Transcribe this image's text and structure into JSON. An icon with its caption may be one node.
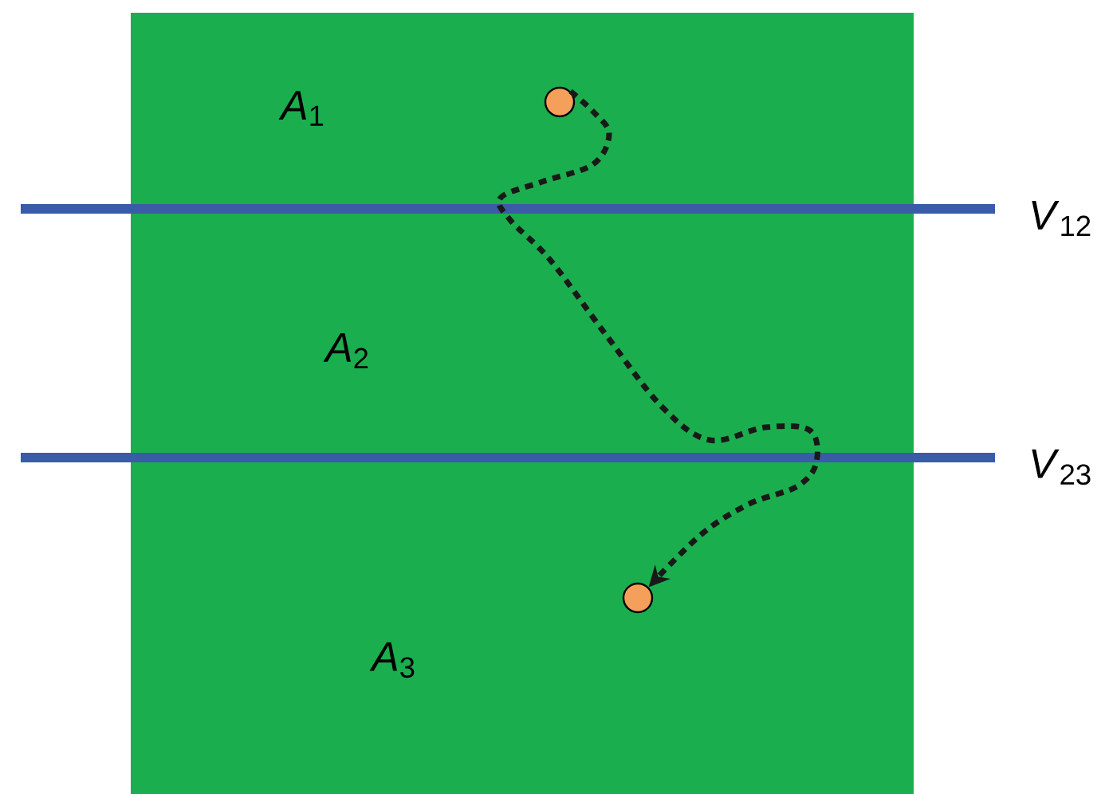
{
  "diagram": {
    "nodes": [
      {
        "text": [],
        "shape": "circle"
      },
      {
        "text": [],
        "shape": "circle"
      }
    ],
    "edges": [
      {
        "from": 0,
        "to": 1,
        "arrow": "to",
        "style": "dashed"
      }
    ],
    "labels": [
      "*A*$_{1}$",
      "*V*$_{12}$",
      "*A*$_{2}$",
      "*V*$_{23}$",
      "*A*$_{3}$"
    ]
  }
}
